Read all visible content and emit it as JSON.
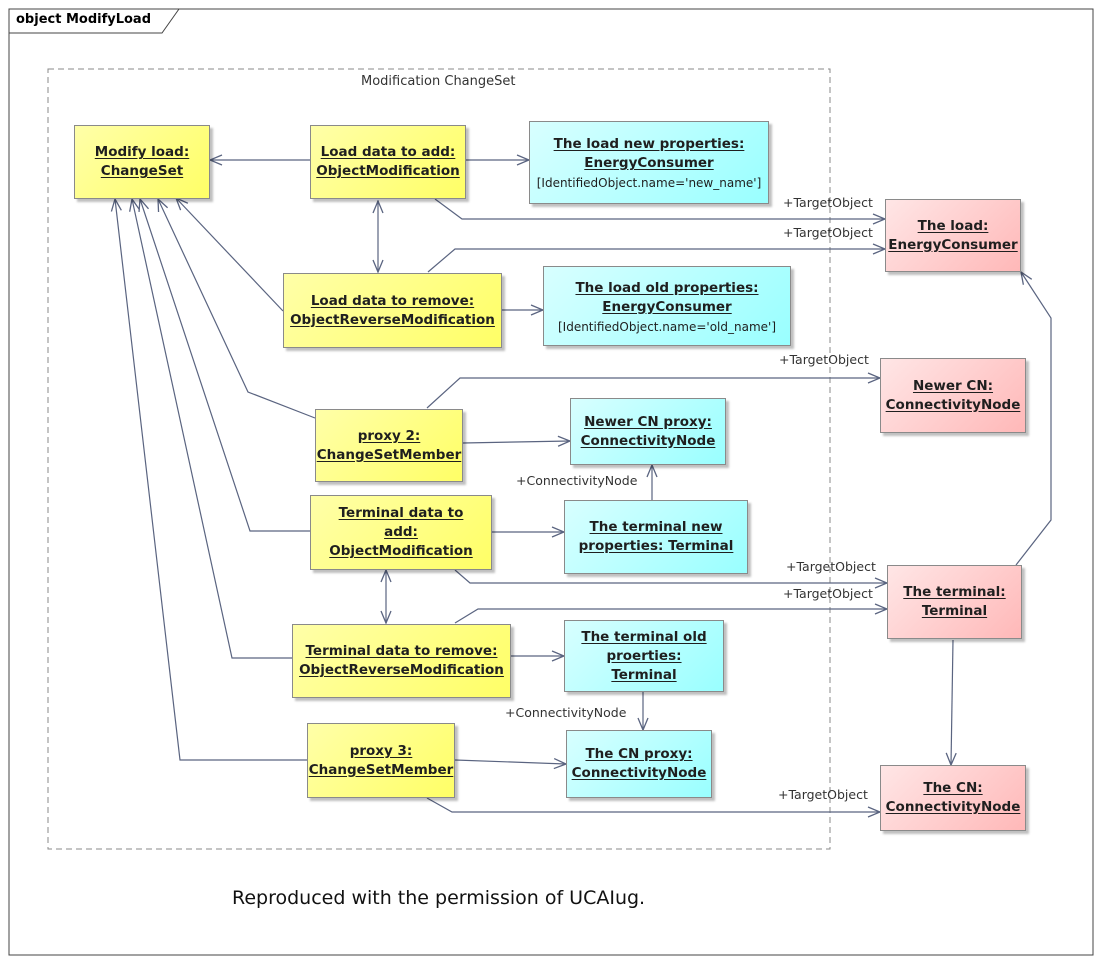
{
  "frame": {
    "label": "object ModifyLoad"
  },
  "group": {
    "label": "Modification ChangeSet"
  },
  "boxes": {
    "modify_load": "Modify load:\nChangeSet",
    "load_add": "Load data to add:\nObjectModification",
    "load_new_props": "The load new properties:\nEnergyConsumer",
    "load_new_props_constraint": "[IdentifiedObject.name='new_name']",
    "the_load": "The load:\nEnergyConsumer",
    "load_remove": "Load data to remove:\nObjectReverseModification",
    "load_old_props": "The load old properties:\nEnergyConsumer",
    "load_old_props_constraint": "[IdentifiedObject.name='old_name']",
    "newer_cn": "Newer CN:\nConnectivityNode",
    "proxy2": "proxy 2:\nChangeSetMember",
    "newer_cn_proxy": "Newer CN proxy:\nConnectivityNode",
    "terminal_add": "Terminal data to\nadd:\nObjectModification",
    "terminal_new_props": "The terminal new\nproperties: Terminal",
    "the_terminal": "The terminal:\nTerminal",
    "terminal_remove": "Terminal data to remove:\nObjectReverseModification",
    "terminal_old_props": "The terminal old\nproerties:\nTerminal",
    "proxy3": "proxy 3:\nChangeSetMember",
    "cn_proxy": "The CN proxy:\nConnectivityNode",
    "the_cn": "The CN:\nConnectivityNode"
  },
  "roles": {
    "target_object": "+TargetObject",
    "connectivity_node": "+ConnectivityNode"
  },
  "caption": "Reproduced with the permission of UCAIug.",
  "colors": {
    "line": "#5a6480",
    "yellow": "#ffff77",
    "cyan": "#a8ffff",
    "pink": "#ffc4c4"
  }
}
